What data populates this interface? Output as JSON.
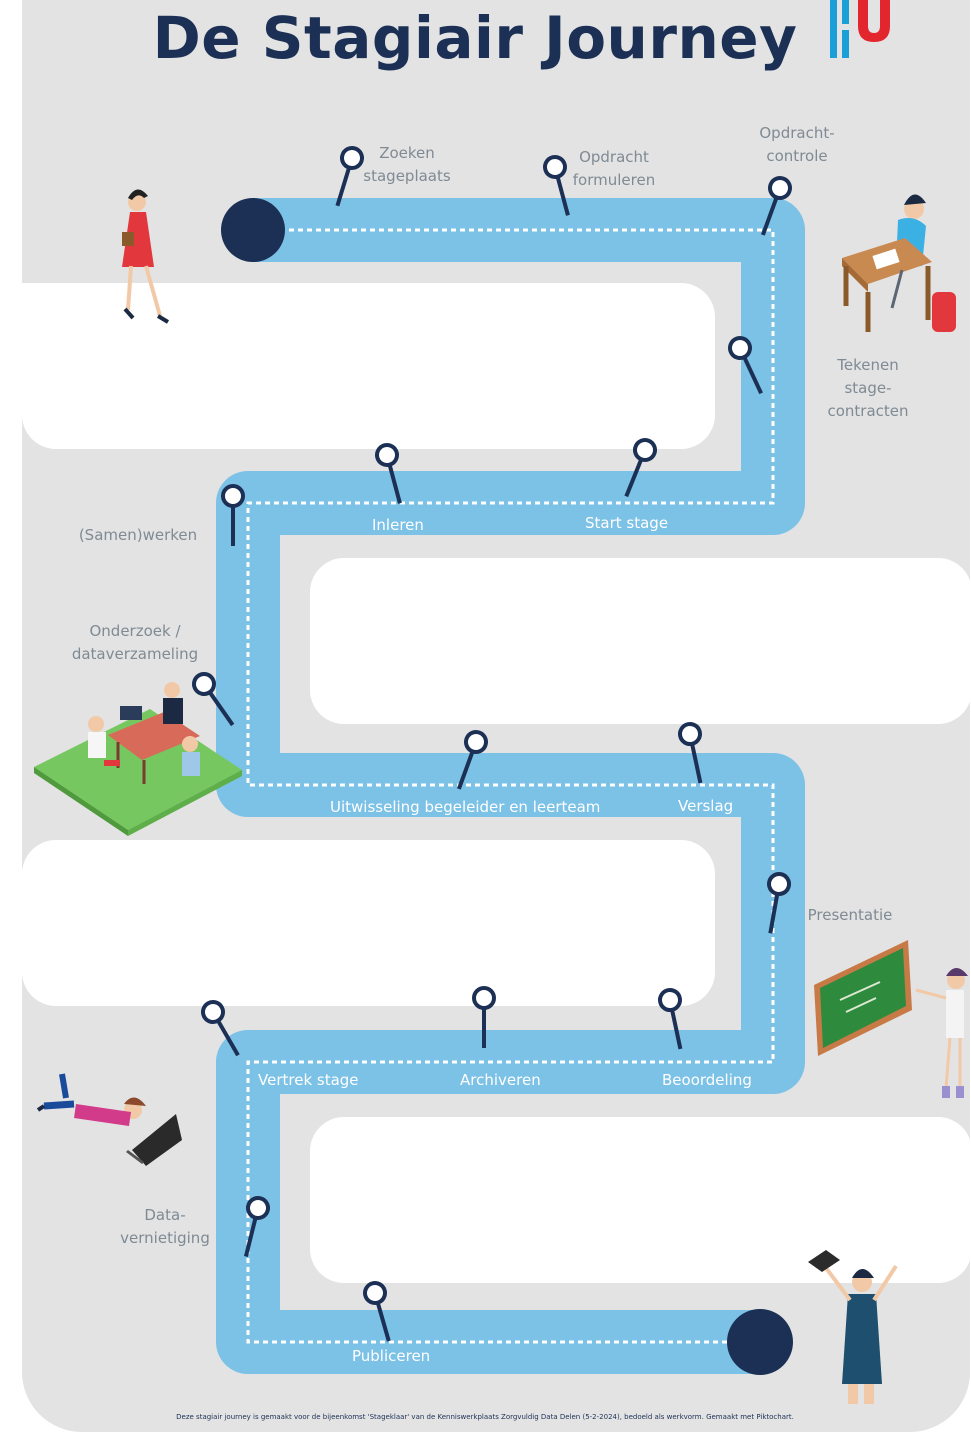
{
  "title": "De Stagiair Journey",
  "logo": {
    "name": "HU logo",
    "colors": [
      "#1a9fd9",
      "#e3262e"
    ]
  },
  "colors": {
    "background": "#e3e3e4",
    "road": "#7cc1e6",
    "road_dash": "#ffffff",
    "pin": "#1b3054",
    "title": "#1b3054",
    "label": "#7f8a93"
  },
  "steps": [
    {
      "id": "zoeken",
      "label": "Zoeken\nstageplaats"
    },
    {
      "id": "opdracht-formuleren",
      "label": "Opdracht\nformuleren"
    },
    {
      "id": "opdrachtcontrole",
      "label": "Opdracht-\ncontrole"
    },
    {
      "id": "tekenen",
      "label": "Tekenen\nstage-\ncontracten"
    },
    {
      "id": "start-stage",
      "label": "Start stage"
    },
    {
      "id": "inleren",
      "label": "Inleren"
    },
    {
      "id": "samenwerken",
      "label": "(Samen)werken"
    },
    {
      "id": "onderzoek",
      "label": "Onderzoek /\ndataverzameling"
    },
    {
      "id": "uitwisseling",
      "label": "Uitwisseling begeleider en leerteam"
    },
    {
      "id": "verslag",
      "label": "Verslag"
    },
    {
      "id": "presentatie",
      "label": "Presentatie"
    },
    {
      "id": "beoordeling",
      "label": "Beoordeling"
    },
    {
      "id": "archiveren",
      "label": "Archiveren"
    },
    {
      "id": "vertrek-stage",
      "label": "Vertrek stage"
    },
    {
      "id": "datavernietiging",
      "label": "Data-\nvernietiging"
    },
    {
      "id": "publiceren",
      "label": "Publiceren"
    }
  ],
  "illustrations": [
    "walking-student-illustration",
    "student-at-desk-illustration",
    "team-meeting-illustration",
    "presenter-at-chalkboard-illustration",
    "student-with-laptop-illustration",
    "graduate-illustration"
  ],
  "chalkboard_text": "",
  "footnote": "Deze stagiair journey is gemaakt voor de bijeenkomst 'Stageklaar' van de Kenniswerkplaats Zorgvuldig Data Delen (5-2-2024), bedoeld als werkvorm. Gemaakt met Piktochart."
}
